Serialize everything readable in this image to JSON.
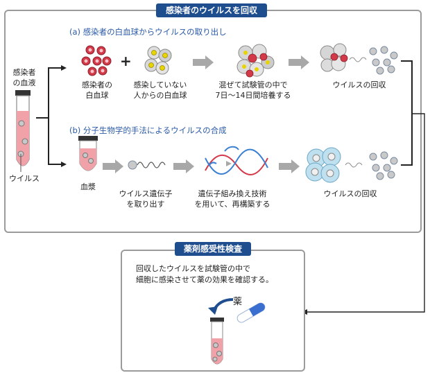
{
  "top_panel": {
    "title": "感染者のウイルスを回収",
    "source_label": [
      "感染者",
      "の血液"
    ],
    "virus_label": "ウイルス",
    "section_a": {
      "heading": "(a) 感染者の白血球からウイルスの取り出し",
      "plus": "+",
      "steps": [
        {
          "label": [
            "感染者の",
            "白血球"
          ]
        },
        {
          "label": [
            "感染していない",
            "人からの白血球"
          ]
        },
        {
          "label": [
            "混ぜて試験管の中で",
            "7日〜14日間培養する"
          ]
        },
        {
          "label": [
            "ウイルスの回収"
          ]
        }
      ]
    },
    "section_b": {
      "heading": "(b) 分子生物学的手法によるウイルスの合成",
      "steps": [
        {
          "label": [
            "血漿"
          ]
        },
        {
          "label": [
            "ウイルス遺伝子",
            "を取り出す"
          ]
        },
        {
          "label": [
            "遺伝子組み換え技術",
            "を用いて、再構築する"
          ]
        },
        {
          "label": [
            "ウイルスの回収"
          ]
        }
      ]
    }
  },
  "bottom_panel": {
    "title": "薬剤感受性検査",
    "description": [
      "回収したウイルスを試験管の中で",
      "細胞に感染させて薬の効果を確認する。"
    ],
    "drug_label": "薬"
  },
  "colors": {
    "title_bg": "#1f4e8f",
    "heading_text": "#2a5aa8",
    "panel_border": "#9a9a9a",
    "cell_red": "#d23a4a",
    "cell_yellow": "#e8d400",
    "arrow_gray": "#a8a8a8"
  }
}
